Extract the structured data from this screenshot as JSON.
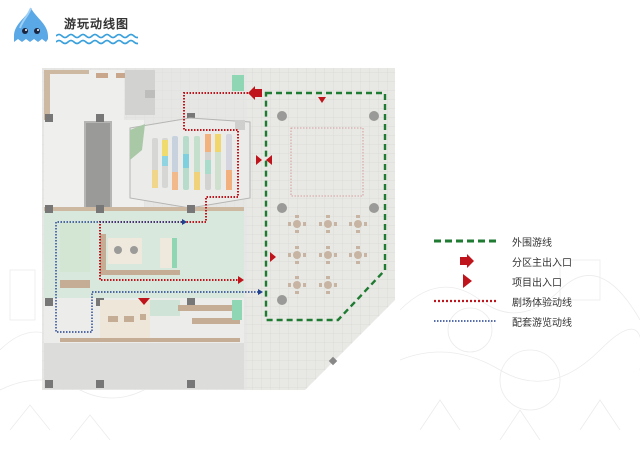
{
  "header": {
    "title": "游玩动线图",
    "mascot": "water-drop-mascot-icon"
  },
  "colors": {
    "outer_route": "#1f7a32",
    "theater_route": "#c0141c",
    "support_route": "#1f3f8f",
    "entrance_marker": "#c0141c",
    "plan_floor": "#e4e4e0",
    "garden": "#d6e6d8",
    "accent_green": "#8fd6b5"
  },
  "legend": {
    "items": [
      {
        "symbol": "green-dashed-line",
        "label": "外围游线"
      },
      {
        "symbol": "red-arrow-icon",
        "label": "分区主出入口"
      },
      {
        "symbol": "red-triangle-icon",
        "label": "项目出入口"
      },
      {
        "symbol": "red-dotted-line",
        "label": "剧场体验动线"
      },
      {
        "symbol": "blue-dotted-line",
        "label": "配套游览动线"
      }
    ]
  }
}
